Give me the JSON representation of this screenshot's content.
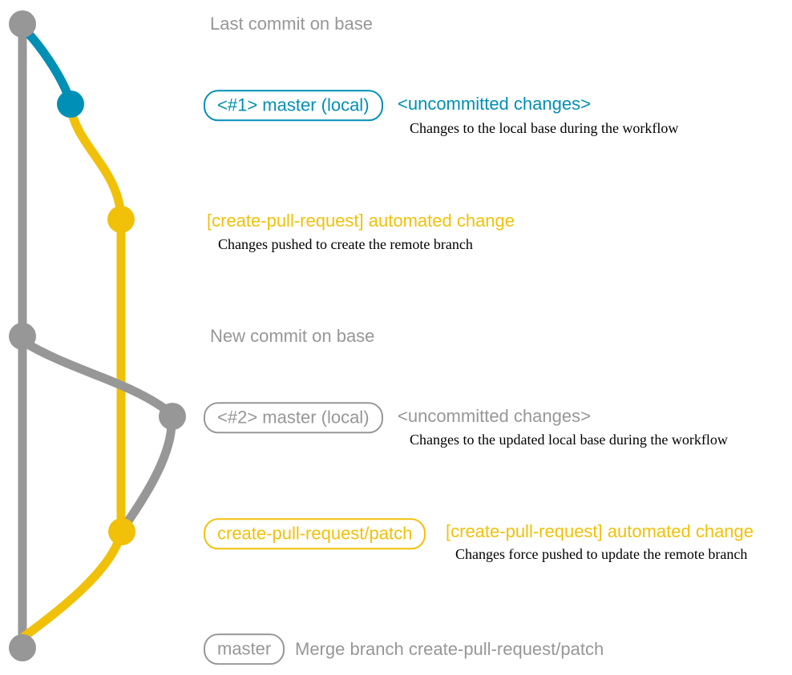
{
  "palette": {
    "gray": "#979797",
    "teal": "#008fb5",
    "yellow": "#f1c109",
    "note_text": "#000000",
    "background": "#ffffff"
  },
  "graph": {
    "description": "git commit graph with base branch (gray), local master (teal), create-pull-request/patch (yellow)",
    "dot_colors": [
      "gray",
      "teal",
      "yellow",
      "gray",
      "gray",
      "yellow",
      "gray"
    ]
  },
  "rows": {
    "r1": {
      "message": "Last commit on base"
    },
    "r2": {
      "badge": "<#1> master (local)",
      "message": "<uncommitted changes>",
      "note": "Changes to the local base during the workflow"
    },
    "r3": {
      "message": "[create-pull-request] automated change",
      "note": "Changes pushed to create the remote branch"
    },
    "r4": {
      "message": "New commit on base"
    },
    "r5": {
      "badge": "<#2> master (local)",
      "message": "<uncommitted changes>",
      "note": "Changes to the updated local base during the workflow"
    },
    "r6": {
      "badge": "create-pull-request/patch",
      "message": "[create-pull-request] automated change",
      "note": "Changes force pushed to update the remote branch"
    },
    "r7": {
      "badge": "master",
      "message": "Merge branch create-pull-request/patch"
    }
  }
}
